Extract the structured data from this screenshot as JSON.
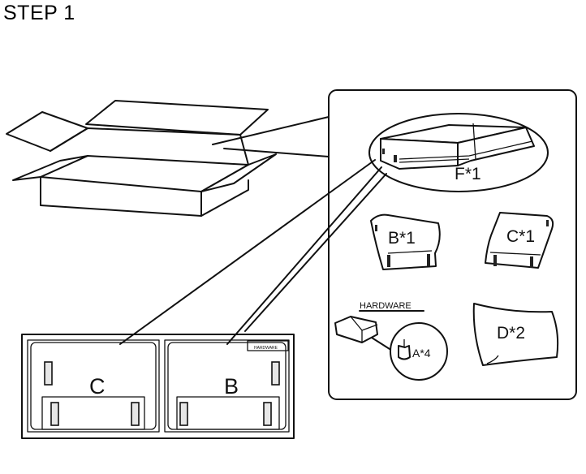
{
  "step_title": "STEP 1",
  "parts": {
    "f": "F*1",
    "b": "B*1",
    "c": "C*1",
    "d": "D*2",
    "a": "A*4",
    "hardware": "HARDWARE"
  },
  "carton": {
    "left_label": "C",
    "right_label": "B",
    "hardware_tag": "HARDWARE"
  }
}
